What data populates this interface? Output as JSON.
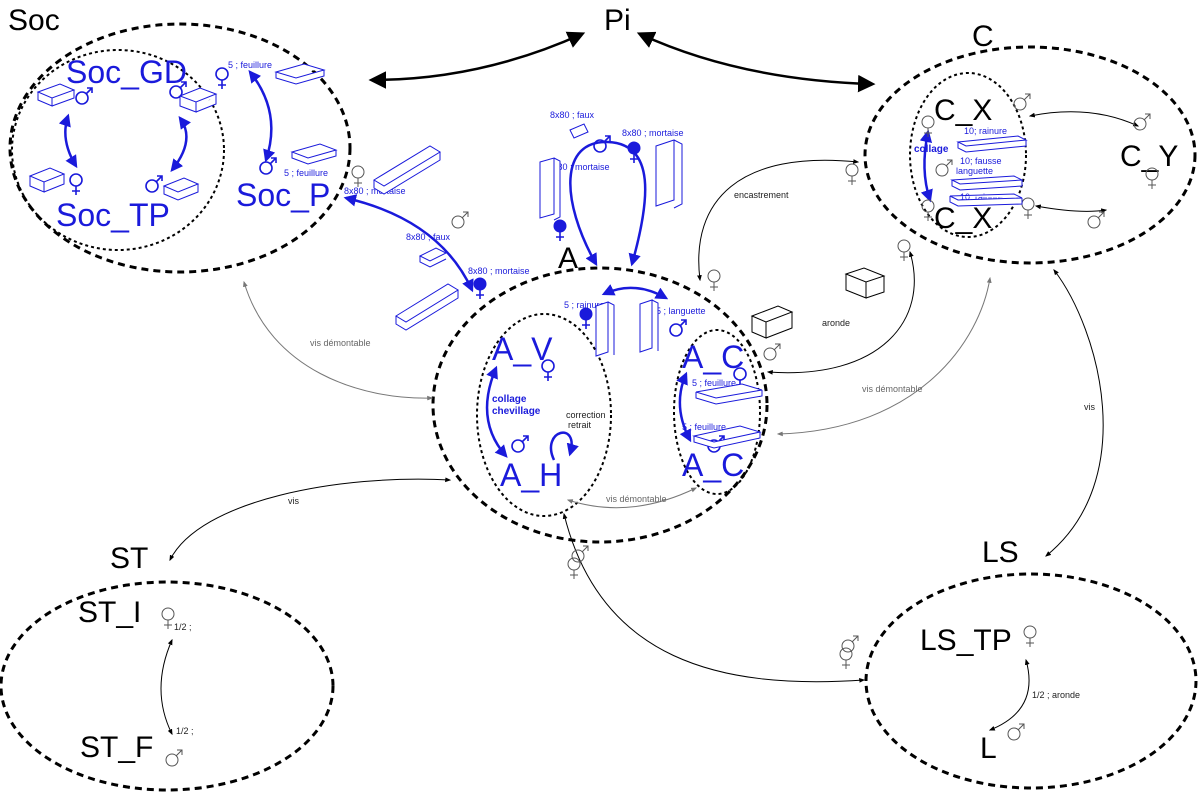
{
  "nodes": {
    "pi": "Pi",
    "soc": "Soc",
    "soc_gd": "Soc_GD",
    "soc_tp": "Soc_TP",
    "soc_p": "Soc_P",
    "c": "C",
    "c_x_top": "C_X",
    "c_x_bottom": "C_X",
    "c_y": "C_Y",
    "a": "A",
    "a_v": "A_V",
    "a_h": "A_H",
    "a_c_top": "A_C",
    "a_c_bottom": "A_C",
    "st": "ST",
    "st_i": "ST_I",
    "st_f": "ST_F",
    "ls": "LS",
    "ls_tp": "LS_TP",
    "l": "L"
  },
  "labels": {
    "soc_feuillure_top": "5 ; feuillure",
    "soc_feuillure_p": "5 ; feuillure",
    "soc_p_mortaise": "8x80 ; mortaise",
    "soc_p_faux": "8x80 ; faux",
    "a_mortaise_left": "8x80 ; mortaise",
    "a_faux": "8x80 ; faux",
    "a_mortaise_right": "8x80 ; mortaise",
    "a_mortaise_mid": "8x80 ; mortaise",
    "a_rainure": "5 ; rainure",
    "a_languette": "5 ; languette",
    "a_feuillure_1": "5 ; feuillure",
    "a_feuillure_2": "5 ; feuillure",
    "collage_chevillage_1": "collage",
    "collage_chevillage_2": "chevillage",
    "correction_1": "correction",
    "correction_2": "retrait",
    "vis_demontable_a": "vis démontable",
    "vis_demontable_soc": "vis démontable",
    "vis_demontable_c": "vis démontable",
    "vis_st": "vis",
    "vis_ls": "vis",
    "encastrement": "encastrement",
    "aronde": "aronde",
    "c_rainure_1": "10; rainure",
    "c_fausse_1": "10; fausse",
    "c_fausse_2": "languette",
    "c_rainure_2": "10; rainure",
    "c_collage": "collage",
    "st_half_1": "1/2 ;",
    "st_half_2": "1/2 ;",
    "ls_aronde": "1/2 ; aronde"
  },
  "colors": {
    "blue": "#1a1adb",
    "black": "#000000",
    "gray": "#777777"
  }
}
